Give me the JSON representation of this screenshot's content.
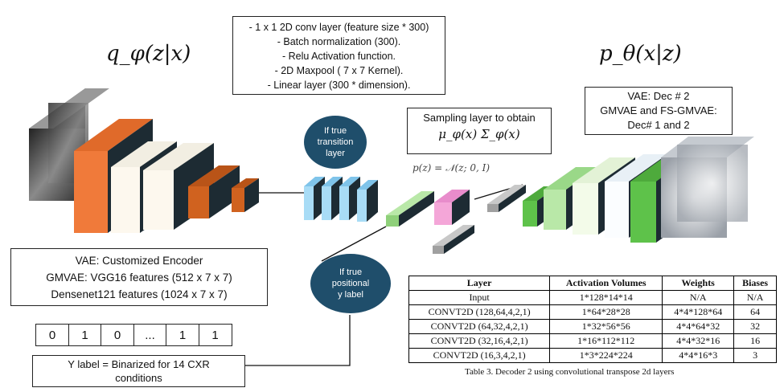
{
  "encoder_title": "q_φ(z|x)",
  "decoder_title": "p_θ(x|z)",
  "conv_box": {
    "lines": [
      "- 1 x 1 2D conv layer (feature size * 300)",
      "-     Batch normalization (300).",
      "-     Relu Activation function.",
      "-     2D Maxpool ( 7 x 7 Kernel).",
      "- Linear layer (300 *  dimension)."
    ]
  },
  "sampling_box": {
    "title": "Sampling layer to obtain",
    "formula": "μ_φ(x)   Σ_φ(x)"
  },
  "prior_formula": "p(z) = 𝒩(z; 0, I)",
  "decoder_note": {
    "lines": [
      "VAE: Dec # 2",
      "GMVAE and FS-GMVAE:",
      "Dec# 1 and 2"
    ]
  },
  "transition_circle": {
    "lines": [
      "If true",
      "transition",
      "layer"
    ]
  },
  "positional_circle": {
    "lines": [
      "If true",
      "positional",
      "y label"
    ]
  },
  "encoder_note": {
    "lines": [
      "VAE: Customized Encoder",
      "GMVAE: VGG16 features (512 x 7 x 7)",
      "Densenet121 features (1024 x 7 x 7)"
    ]
  },
  "label_cells": [
    "0",
    "1",
    "0",
    "...",
    "1",
    "1"
  ],
  "y_label_note": {
    "lines": [
      "Y label = Binarized for 14 CXR",
      "conditions"
    ]
  },
  "decoder_table": {
    "headers": [
      "Layer",
      "Activation Volumes",
      "Weights",
      "Biases"
    ],
    "rows": [
      [
        "Input",
        "1*128*14*14",
        "N/A",
        "N/A"
      ],
      [
        "CONVT2D (128,64,4,2,1)",
        "1*64*28*28",
        "4*4*128*64",
        "64"
      ],
      [
        "CONVT2D (64,32,4,2,1)",
        "1*32*56*56",
        "4*4*64*32",
        "32"
      ],
      [
        "CONVT2D (32,16,4,2,1)",
        "1*16*112*112",
        "4*4*32*16",
        "16"
      ],
      [
        "CONVT2D (16,3,4,2,1)",
        "1*3*224*224",
        "4*4*16*3",
        "3"
      ]
    ],
    "caption": "Table 3. Decoder 2 using convolutional transpose 2d layers"
  },
  "colors": {
    "orange": "#f07a3a",
    "dark_orange": "#d0621f",
    "cream": "#fdf8ee",
    "light_blue": "#a8dcf6",
    "green": "#5ec24a",
    "light_green": "#b9e8a8",
    "pink": "#f4a6d8",
    "gray": "#b8b8b8",
    "navy": "#1f4e6b"
  }
}
